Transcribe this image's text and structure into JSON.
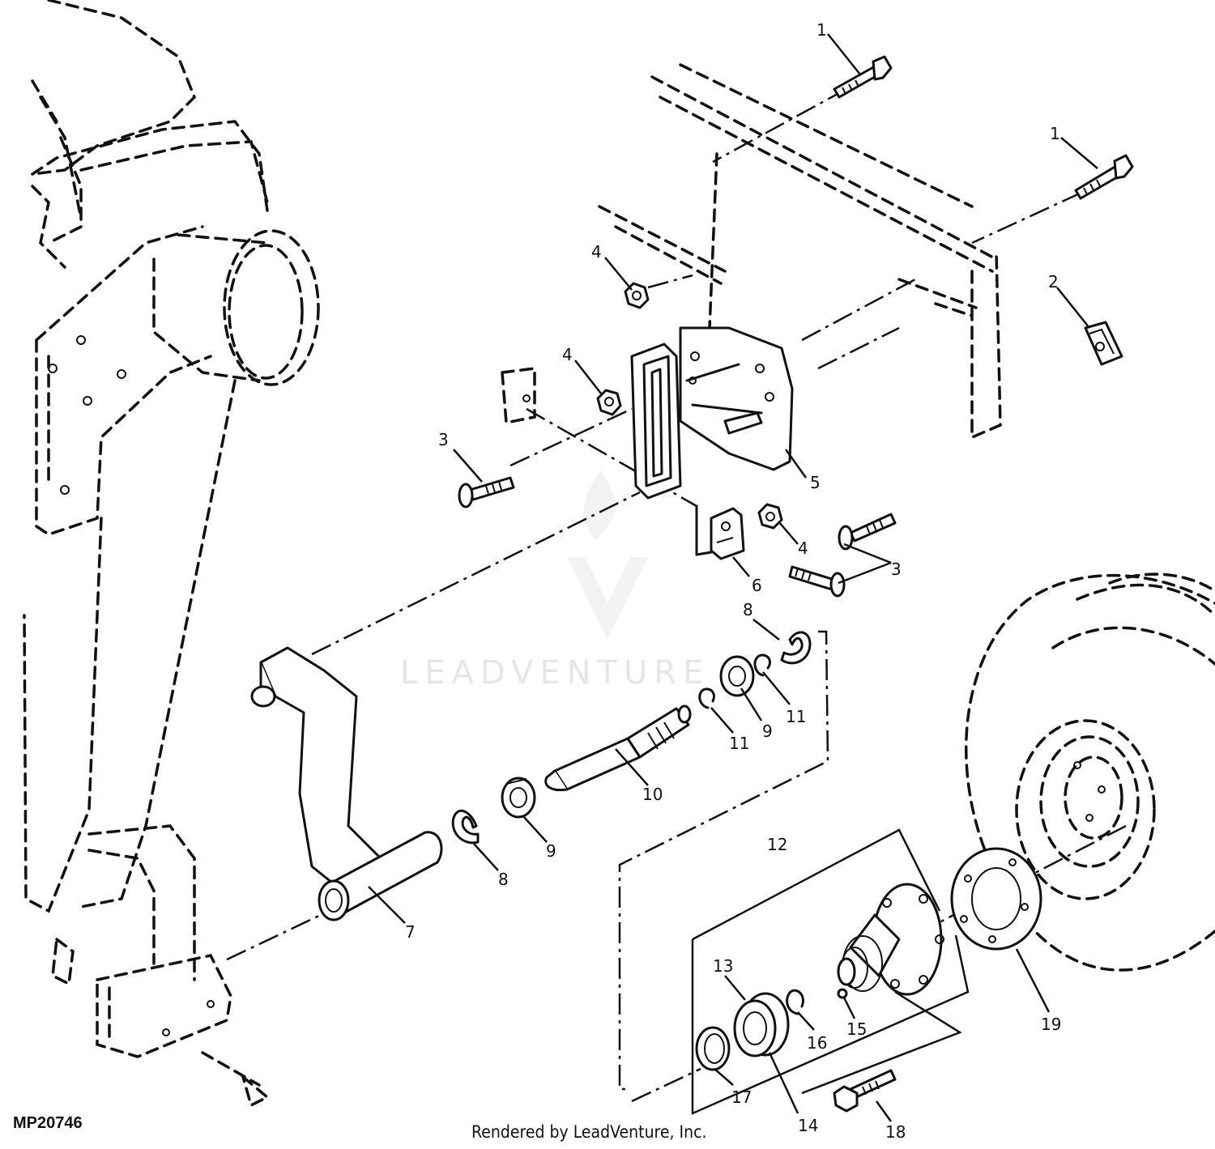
{
  "figure": {
    "code": "MP20746",
    "credit": "Rendered by LeadVenture, Inc.",
    "watermark": "LEADVENTURE"
  },
  "callouts": {
    "c1a": "1",
    "c1b": "1",
    "c2": "2",
    "c3a": "3",
    "c3b": "3",
    "c4a": "4",
    "c4b": "4",
    "c4c": "4",
    "c5": "5",
    "c6": "6",
    "c7": "7",
    "c8a": "8",
    "c8b": "8",
    "c9a": "9",
    "c9b": "9",
    "c10": "10",
    "c11a": "11",
    "c11b": "11",
    "c12": "12",
    "c13": "13",
    "c14": "14",
    "c15": "15",
    "c16": "16",
    "c17": "17",
    "c18": "18",
    "c19": "19"
  }
}
